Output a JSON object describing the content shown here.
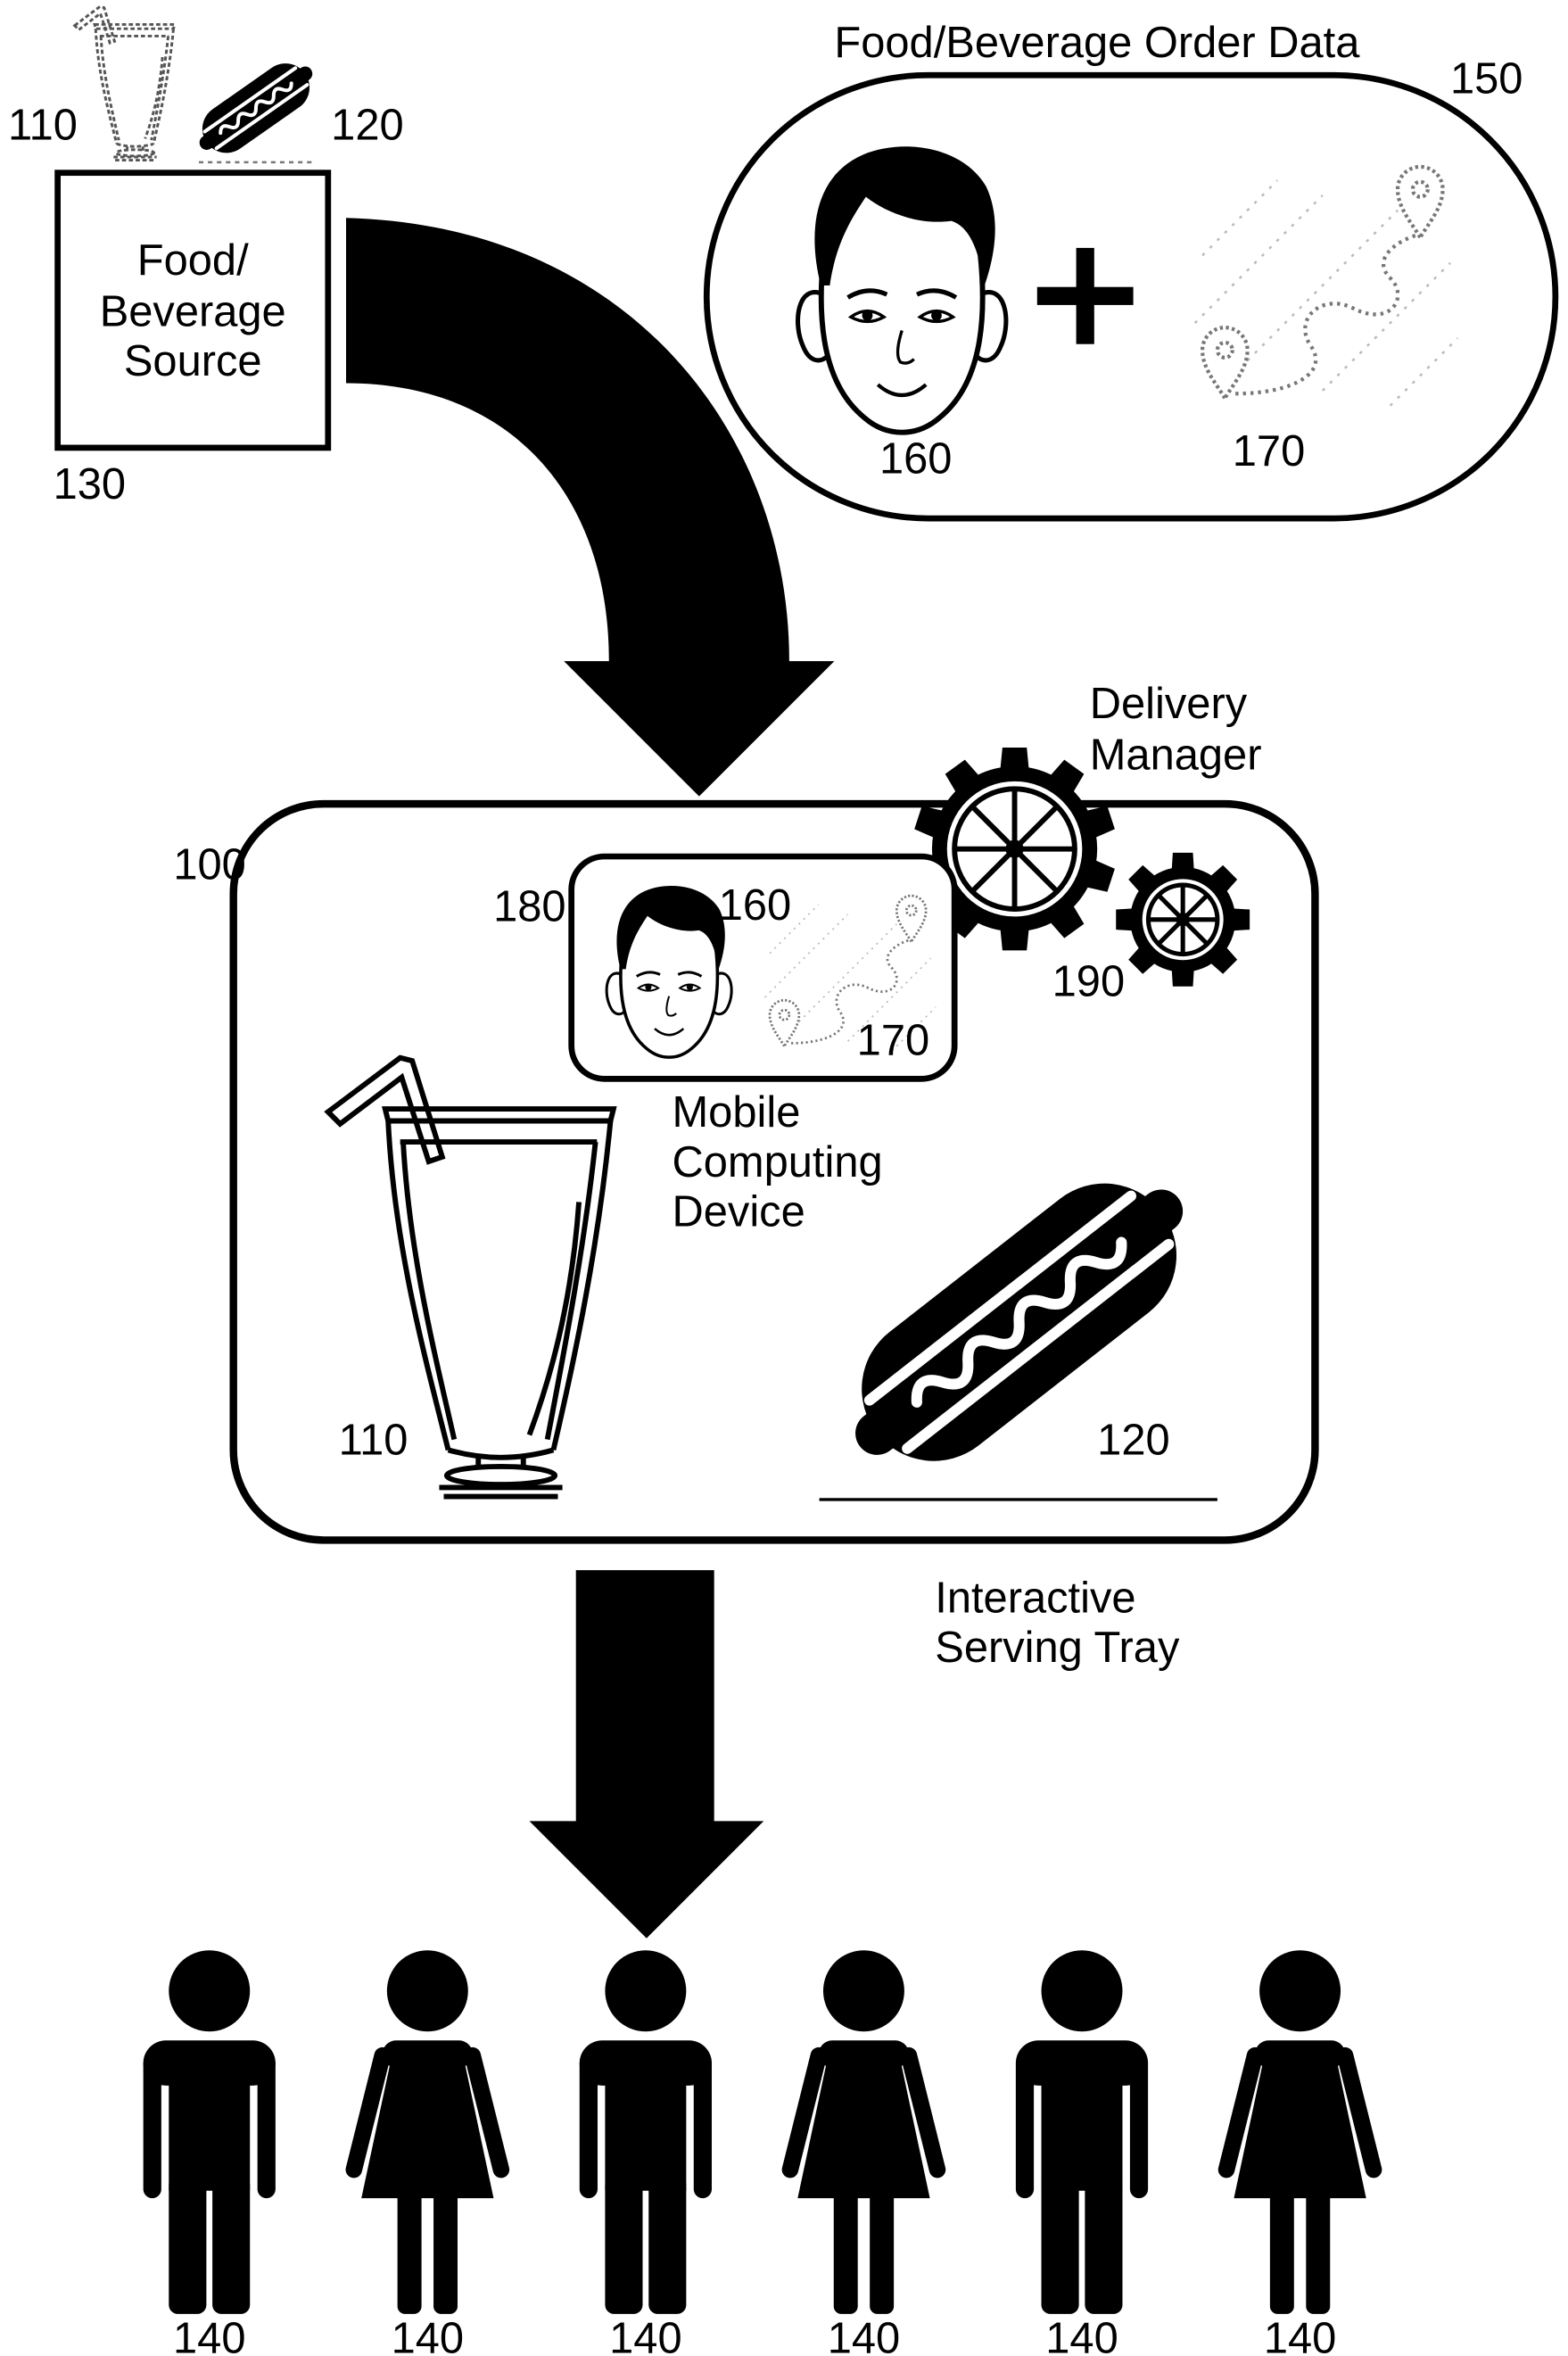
{
  "source": {
    "drink_ref": "110",
    "food_ref": "120",
    "title_lines": [
      "Food/",
      "Beverage",
      "Source"
    ],
    "ref": "130",
    "icons": [
      "drink-glass-icon",
      "hot-dog-icon"
    ]
  },
  "order_data": {
    "title": "Food/Beverage Order Data",
    "ref": "150",
    "face_ref": "160",
    "route_ref": "170",
    "icons": [
      "face-icon",
      "plus-icon",
      "map-route-icon"
    ]
  },
  "delivery_manager": {
    "title_lines": [
      "Delivery",
      "Manager"
    ],
    "ref": "190",
    "icon": "gears-icon"
  },
  "tray": {
    "ref": "100",
    "title_lines": [
      "Interactive",
      "Serving Tray"
    ],
    "drink_ref": "110",
    "food_ref": "120",
    "icons": [
      "drink-glass-icon",
      "hot-dog-icon"
    ]
  },
  "mobile_device": {
    "ref": "180",
    "face_ref": "160",
    "route_ref": "170",
    "title_lines": [
      "Mobile",
      "Computing",
      "Device"
    ],
    "icons": [
      "face-icon",
      "map-route-icon"
    ]
  },
  "flow_arrows": [
    "curved-arrow-icon",
    "down-arrow-icon"
  ],
  "recipients": [
    {
      "icon": "man-icon",
      "ref": "140"
    },
    {
      "icon": "woman-icon",
      "ref": "140"
    },
    {
      "icon": "man-icon",
      "ref": "140"
    },
    {
      "icon": "woman-icon",
      "ref": "140"
    },
    {
      "icon": "man-icon",
      "ref": "140"
    },
    {
      "icon": "woman-icon",
      "ref": "140"
    }
  ]
}
